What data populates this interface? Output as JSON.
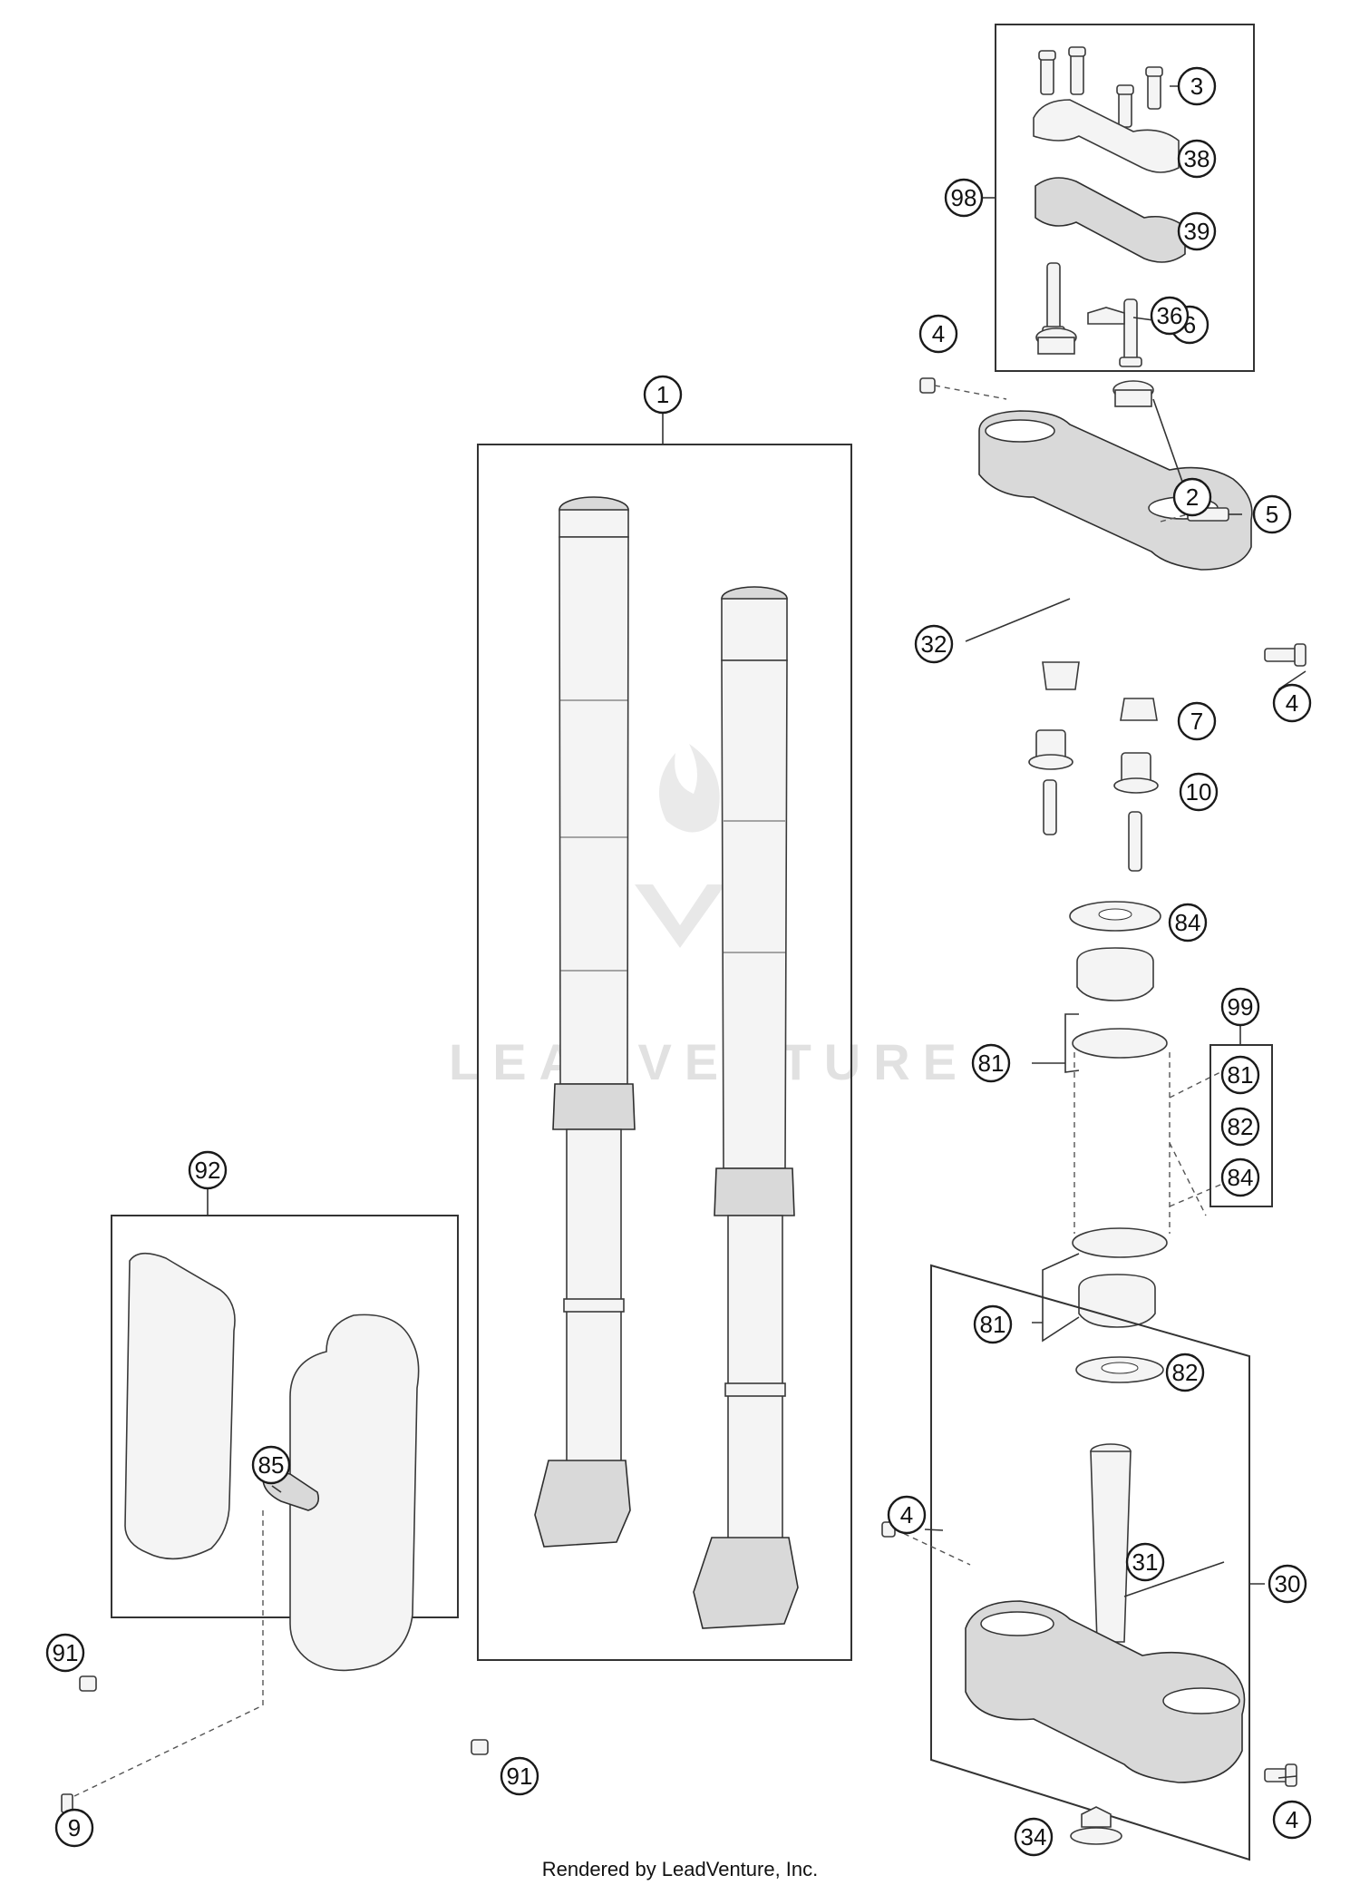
{
  "watermark": {
    "text": "LEADVENTURE"
  },
  "footer": {
    "text": "Rendered by LeadVenture, Inc."
  },
  "callouts": {
    "c1": "1",
    "c2": "2",
    "c3": "3",
    "c4a": "4",
    "c4b": "4",
    "c4c": "4",
    "c4d": "4",
    "c5": "5",
    "c6": "6",
    "c7": "7",
    "c9": "9",
    "c10": "10",
    "c30": "30",
    "c31": "31",
    "c32": "32",
    "c34": "34",
    "c36": "36",
    "c38": "38",
    "c39": "39",
    "c81a": "81",
    "c81b": "81",
    "c81c": "81",
    "c82a": "82",
    "c82b": "82",
    "c84a": "84",
    "c84b": "84",
    "c85": "85",
    "c91a": "91",
    "c91b": "91",
    "c92": "92",
    "c98": "98",
    "c99": "99"
  }
}
